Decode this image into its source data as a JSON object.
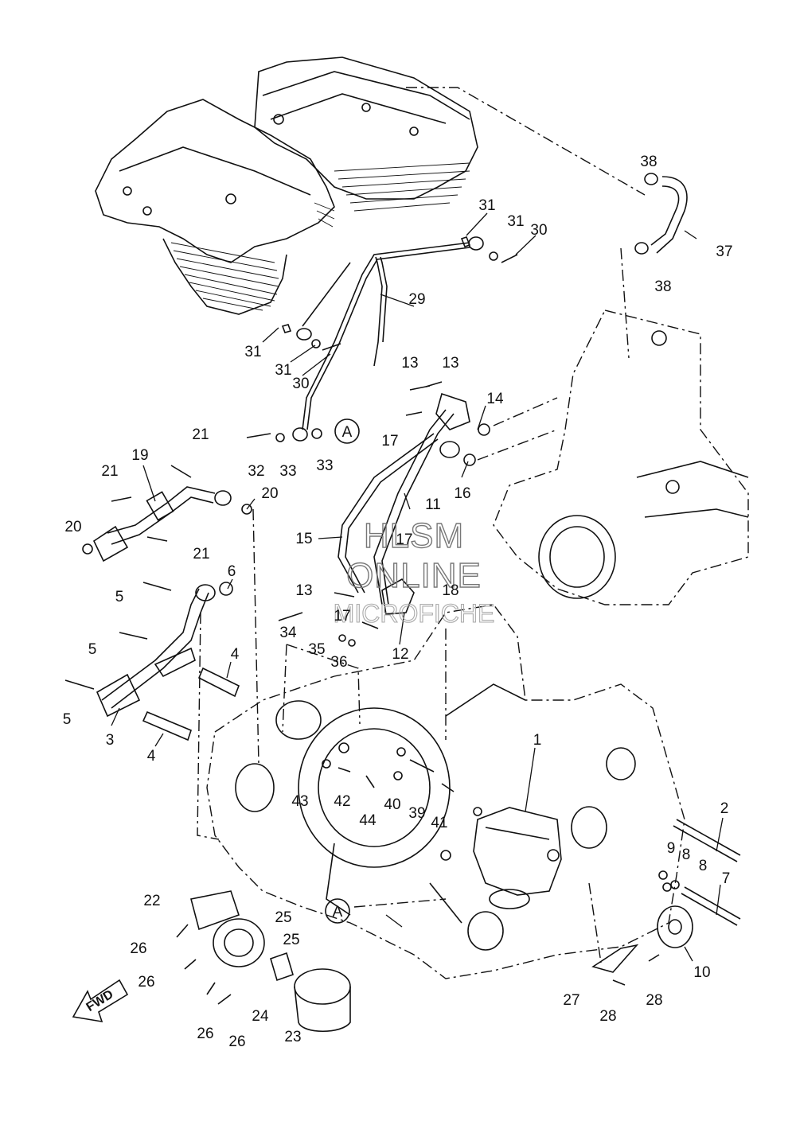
{
  "watermark": {
    "line1": "HLSM",
    "line2": "ONLINE",
    "line3": "MICROFICHE"
  },
  "fwd_label": "FWD",
  "ref_marker": "A",
  "callouts": [
    {
      "id": "c1",
      "label": "1"
    },
    {
      "id": "c2",
      "label": "2"
    },
    {
      "id": "c3",
      "label": "3"
    },
    {
      "id": "c4a",
      "label": "4"
    },
    {
      "id": "c4b",
      "label": "4"
    },
    {
      "id": "c5a",
      "label": "5"
    },
    {
      "id": "c5b",
      "label": "5"
    },
    {
      "id": "c5c",
      "label": "5"
    },
    {
      "id": "c6",
      "label": "6"
    },
    {
      "id": "c7",
      "label": "7"
    },
    {
      "id": "c8a",
      "label": "8"
    },
    {
      "id": "c8b",
      "label": "8"
    },
    {
      "id": "c9",
      "label": "9"
    },
    {
      "id": "c10",
      "label": "10"
    },
    {
      "id": "c11",
      "label": "11"
    },
    {
      "id": "c12",
      "label": "12"
    },
    {
      "id": "c13a",
      "label": "13"
    },
    {
      "id": "c13b",
      "label": "13"
    },
    {
      "id": "c13c",
      "label": "13"
    },
    {
      "id": "c14",
      "label": "14"
    },
    {
      "id": "c15",
      "label": "15"
    },
    {
      "id": "c16",
      "label": "16"
    },
    {
      "id": "c17a",
      "label": "17"
    },
    {
      "id": "c17b",
      "label": "17"
    },
    {
      "id": "c17c",
      "label": "17"
    },
    {
      "id": "c18",
      "label": "18"
    },
    {
      "id": "c19",
      "label": "19"
    },
    {
      "id": "c20a",
      "label": "20"
    },
    {
      "id": "c20b",
      "label": "20"
    },
    {
      "id": "c21a",
      "label": "21"
    },
    {
      "id": "c21b",
      "label": "21"
    },
    {
      "id": "c21c",
      "label": "21"
    },
    {
      "id": "c22",
      "label": "22"
    },
    {
      "id": "c23",
      "label": "23"
    },
    {
      "id": "c24",
      "label": "24"
    },
    {
      "id": "c25a",
      "label": "25"
    },
    {
      "id": "c25b",
      "label": "25"
    },
    {
      "id": "c26a",
      "label": "26"
    },
    {
      "id": "c26b",
      "label": "26"
    },
    {
      "id": "c26c",
      "label": "26"
    },
    {
      "id": "c26d",
      "label": "26"
    },
    {
      "id": "c27",
      "label": "27"
    },
    {
      "id": "c28a",
      "label": "28"
    },
    {
      "id": "c28b",
      "label": "28"
    },
    {
      "id": "c29",
      "label": "29"
    },
    {
      "id": "c30a",
      "label": "30"
    },
    {
      "id": "c30b",
      "label": "30"
    },
    {
      "id": "c31a",
      "label": "31"
    },
    {
      "id": "c31b",
      "label": "31"
    },
    {
      "id": "c31c",
      "label": "31"
    },
    {
      "id": "c31d",
      "label": "31"
    },
    {
      "id": "c32",
      "label": "32"
    },
    {
      "id": "c33a",
      "label": "33"
    },
    {
      "id": "c33b",
      "label": "33"
    },
    {
      "id": "c34",
      "label": "34"
    },
    {
      "id": "c35",
      "label": "35"
    },
    {
      "id": "c36",
      "label": "36"
    },
    {
      "id": "c37",
      "label": "37"
    },
    {
      "id": "c38a",
      "label": "38"
    },
    {
      "id": "c38b",
      "label": "38"
    },
    {
      "id": "c39",
      "label": "39"
    },
    {
      "id": "c40",
      "label": "40"
    },
    {
      "id": "c41",
      "label": "41"
    },
    {
      "id": "c42",
      "label": "42"
    },
    {
      "id": "c43",
      "label": "43"
    },
    {
      "id": "c44",
      "label": "44"
    }
  ]
}
